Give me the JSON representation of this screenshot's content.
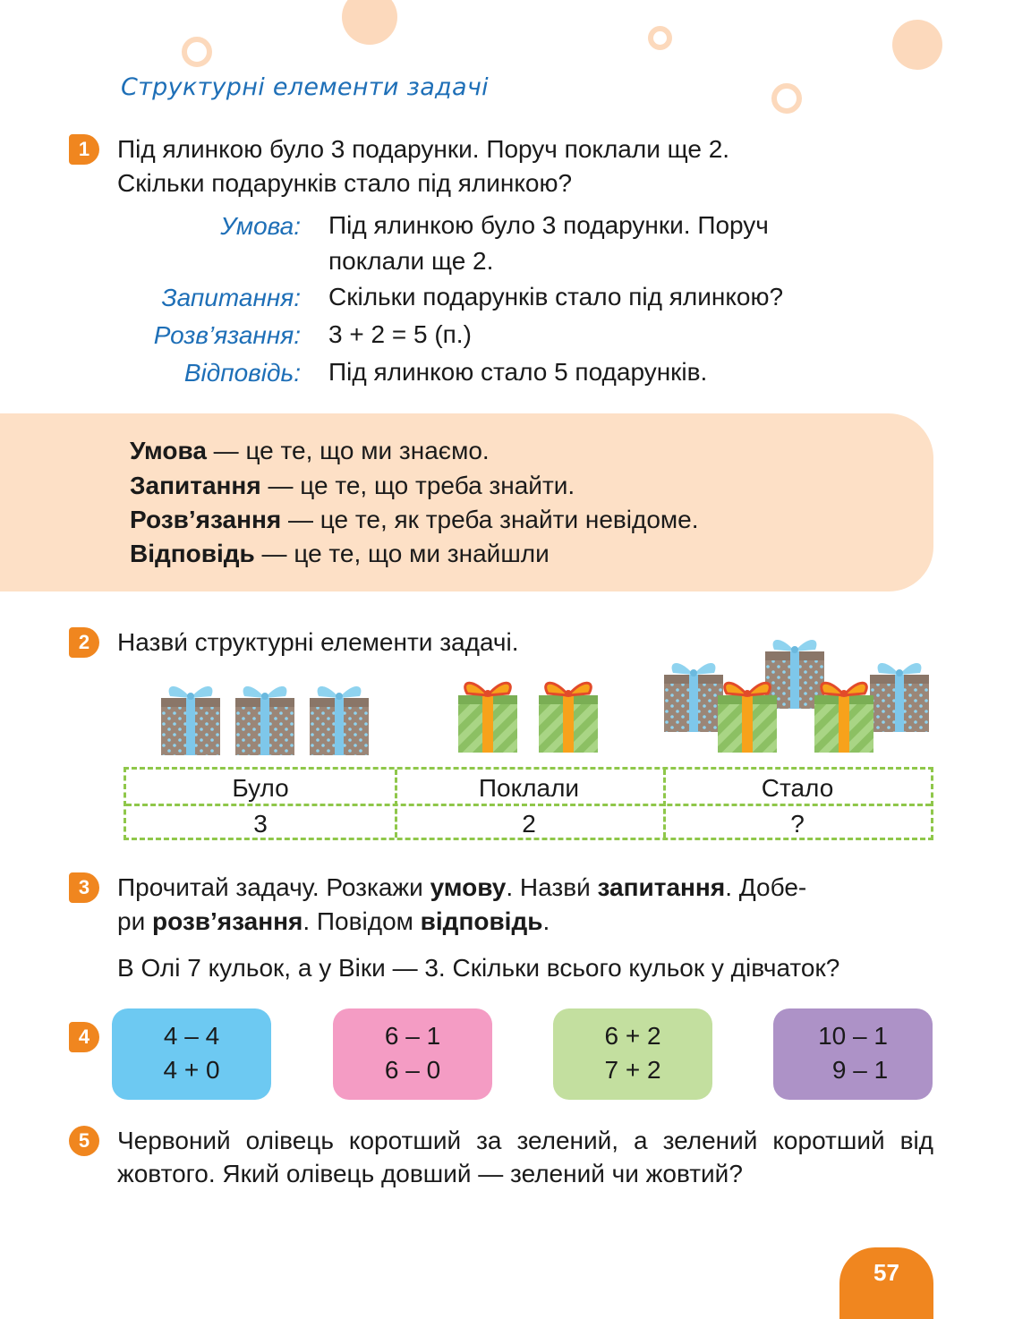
{
  "heading": "Структурні елементи задачі",
  "task1": {
    "number": "1",
    "line1": "Під ялинкою було 3 подарунки. Поруч поклали ще 2.",
    "line2": "Скільки подарунків стало під ялинкою?",
    "rows": [
      {
        "label": "Умова:",
        "value1": "Під ялинкою було 3 подарунки. Поруч",
        "value2": "поклали ще 2."
      },
      {
        "label": "Запитання:",
        "value": "Скільки подарунків стало під ялинкою?"
      },
      {
        "label": "Розв’язання:",
        "value": "3 + 2 = 5 (п.)"
      },
      {
        "label": "Відповідь:",
        "value": "Під ялинкою стало 5 подарунків."
      }
    ]
  },
  "rule": [
    {
      "term": "Умова",
      "rest": " — це те, що ми знаємо."
    },
    {
      "term": "Запитання",
      "rest": " — це те, що треба знайти."
    },
    {
      "term": "Розв’язання",
      "rest": " — це те, як треба знайти невідоме."
    },
    {
      "term": "Відповідь",
      "rest": " — це те, що ми знайшли"
    }
  ],
  "task2": {
    "number": "2",
    "text": "Назви́ структурні елементи задачі.",
    "headers": [
      "Було",
      "Поклали",
      "Стало"
    ],
    "values": [
      "3",
      "2",
      "?"
    ]
  },
  "task3": {
    "number": "3",
    "p1": "Прочитай задачу. Розкажи ",
    "b1": "умову",
    "p2": ". Назви́ ",
    "b2": "запитання",
    "p3": ". Добе-",
    "p4": "ри ",
    "b3": "розв’язання",
    "p5": ". Повідом ",
    "b4": "відповідь",
    "p6": ".",
    "problem": "В Олі 7 кульок, а у Віки — 3. Скільки всього кульок у дівчаток?"
  },
  "task4": {
    "number": "4",
    "cards": [
      {
        "line1": "4 – 4",
        "line2": "4 + 0",
        "color": "#6dc9f2"
      },
      {
        "line1": "6 – 1",
        "line2": "6 – 0",
        "color": "#f49cc4"
      },
      {
        "line1": "6 + 2",
        "line2": "7 + 2",
        "color": "#c3df9f"
      },
      {
        "line1": "10 – 1",
        "line2": "9 – 1",
        "color": "#ad92c7"
      }
    ]
  },
  "task5": {
    "number": "5",
    "text": "Червоний олівець коротший за зелений, а зелений коротший від жовтого. Який олівець довший — зелений чи жовтий?"
  },
  "page_number": "57",
  "colors": {
    "accent": "#f0861f",
    "heading_blue": "#1e6fb7",
    "rule_bg": "#fde0c6",
    "table_border": "#8fc74a",
    "deco": "#fcd9bc"
  }
}
